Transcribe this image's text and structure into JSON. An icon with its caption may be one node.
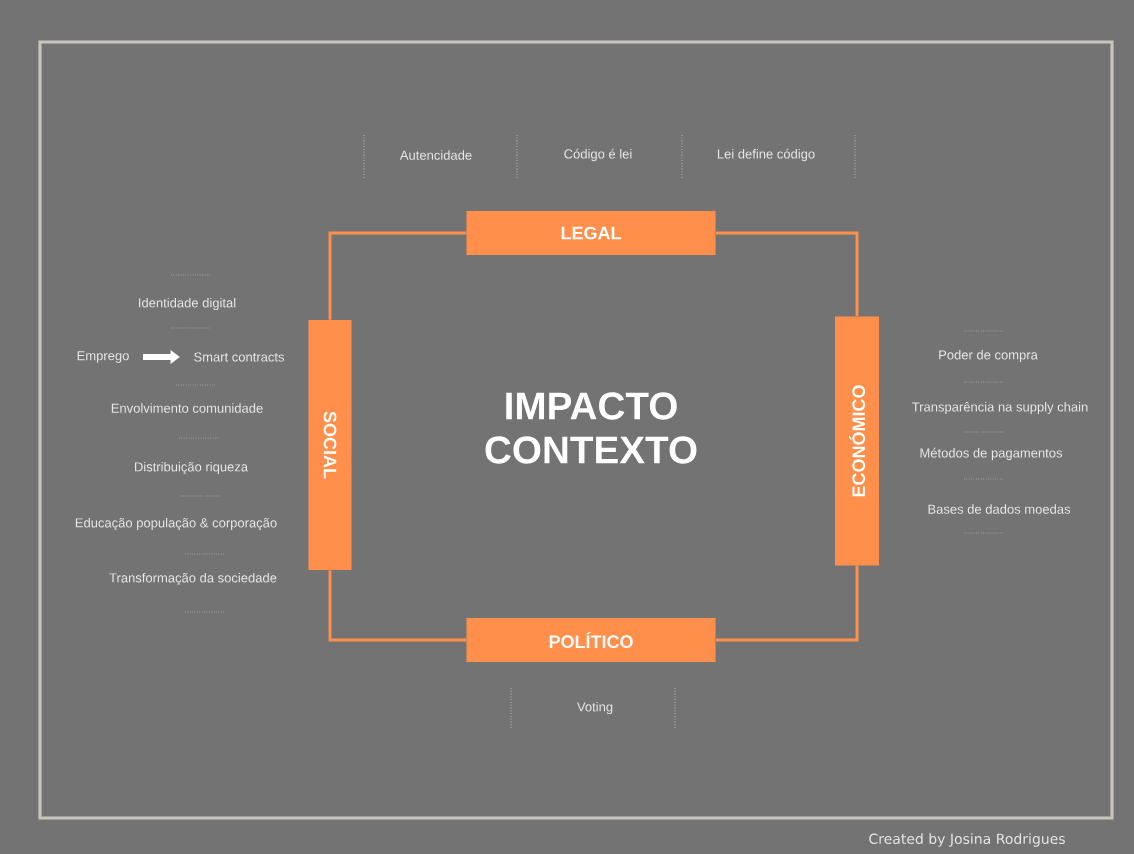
{
  "diagram": {
    "title": "IMPACTO CONTEXTO",
    "nodes": [
      {
        "text": [
          "LEGAL"
        ],
        "beside": [
          "Autencidade",
          "Código é lei",
          "Lei define código"
        ]
      },
      {
        "text": [
          "ECONÓMICO"
        ],
        "beside": [
          "Poder de compra",
          "Transparência na supply chain",
          "Métodos de pagamentos",
          "Bases de dados moedas"
        ]
      },
      {
        "text": [
          "POLÍTICO"
        ],
        "beside": [
          "Voting"
        ]
      },
      {
        "text": [
          "SOCIAL"
        ]
      },
      {
        "text": [
          "Emprego"
        ]
      },
      {
        "text": [
          "Smart contracts"
        ]
      }
    ],
    "edges": [
      {
        "from": 0,
        "to": 1,
        "arrow": "none"
      },
      {
        "from": 1,
        "to": 2,
        "arrow": "none"
      },
      {
        "from": 2,
        "to": 3,
        "arrow": "none"
      },
      {
        "from": 3,
        "to": 0,
        "arrow": "none"
      },
      {
        "from": 4,
        "to": 5,
        "arrow": "to",
        "style": "thick",
        "color": "#ffffff"
      }
    ],
    "labels": [
      "Identidade digital",
      "Envolvimento comunidade",
      "Distribuição riqueza",
      "Educação população & corporação",
      "Transformação da sociedade",
      "Created by Josina Rodrigues"
    ]
  }
}
